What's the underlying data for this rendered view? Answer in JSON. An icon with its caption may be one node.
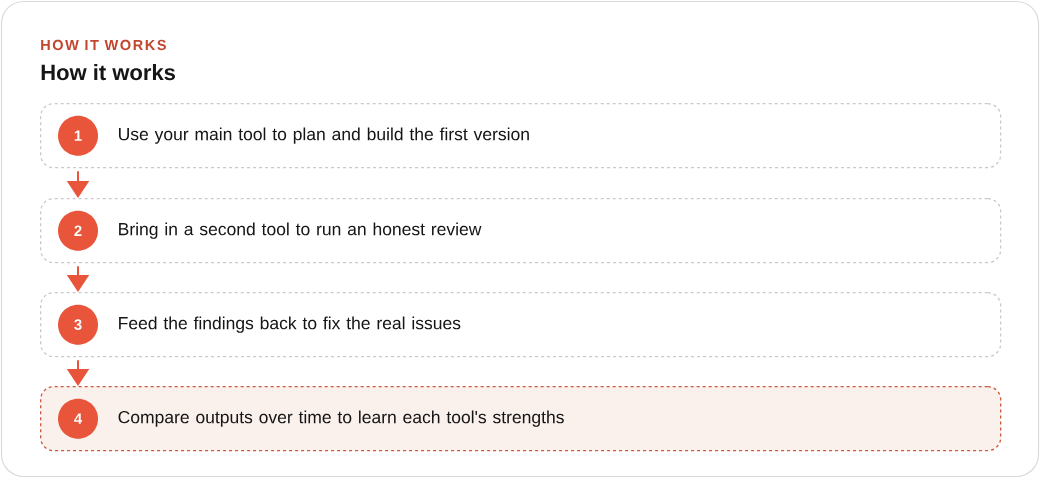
{
  "diagram": {
    "title": "How it works",
    "nodes": [
      {
        "text": [
          "Use your main tool to plan and build the first version"
        ]
      },
      {
        "text": [
          "1"
        ],
        "in": 0
      },
      {
        "text": [
          "Bring in a second tool to run an honest review"
        ]
      },
      {
        "text": [
          "2"
        ],
        "in": 2
      },
      {
        "text": [
          "Feed the findings back to fix the real issues"
        ]
      },
      {
        "text": [
          "3"
        ],
        "in": 4
      },
      {
        "text": [
          "Compare outputs over time to learn each tool's strengths"
        ]
      },
      {
        "text": [
          "4"
        ],
        "in": 6
      }
    ],
    "edges": [
      {
        "from": 0,
        "to": 2,
        "arrow": "to"
      },
      {
        "from": 2,
        "to": 4,
        "arrow": "to"
      },
      {
        "from": 4,
        "to": 6,
        "arrow": "to"
      }
    ],
    "labels": [
      "HOW IT WORKS"
    ]
  }
}
